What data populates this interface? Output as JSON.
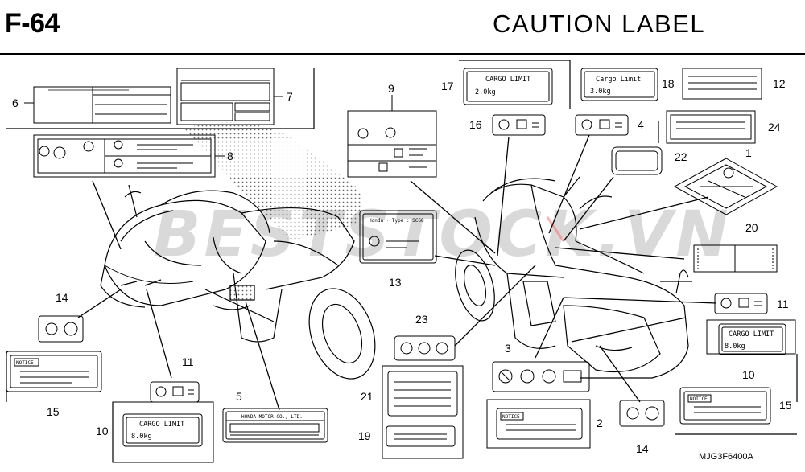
{
  "header": {
    "code": "F-64",
    "title": "CAUTION  LABEL"
  },
  "footer": {
    "code": "MJG3F6400A"
  },
  "watermark": "BESTSTOCK.VN",
  "parts": {
    "p1": "1",
    "p2": "2",
    "p3": "3",
    "p4": "4",
    "p5": "5",
    "p6": "6",
    "p7": "7",
    "p8": "8",
    "p9": "9",
    "p10a": "10",
    "p10b": "10",
    "p11a": "11",
    "p11b": "11",
    "p12": "12",
    "p13": "13",
    "p14a": "14",
    "p14b": "14",
    "p15a": "15",
    "p15b": "15",
    "p16": "16",
    "p17": "17",
    "p18": "18",
    "p19": "19",
    "p20": "20",
    "p21": "21",
    "p22": "22",
    "p23": "23",
    "p24": "24"
  },
  "label_text": {
    "cargo_limit_caps": "CARGO LIMIT",
    "cargo_limit_mixed": "Cargo Limit",
    "weight_2": "2.0kg",
    "weight_3": "3.0kg",
    "weight_8": "8.0kg",
    "notice": "NOTICE",
    "honda_type": "Honda · Type : SC68",
    "honda_motor": "HONDA MOTOR CO., LTD."
  }
}
